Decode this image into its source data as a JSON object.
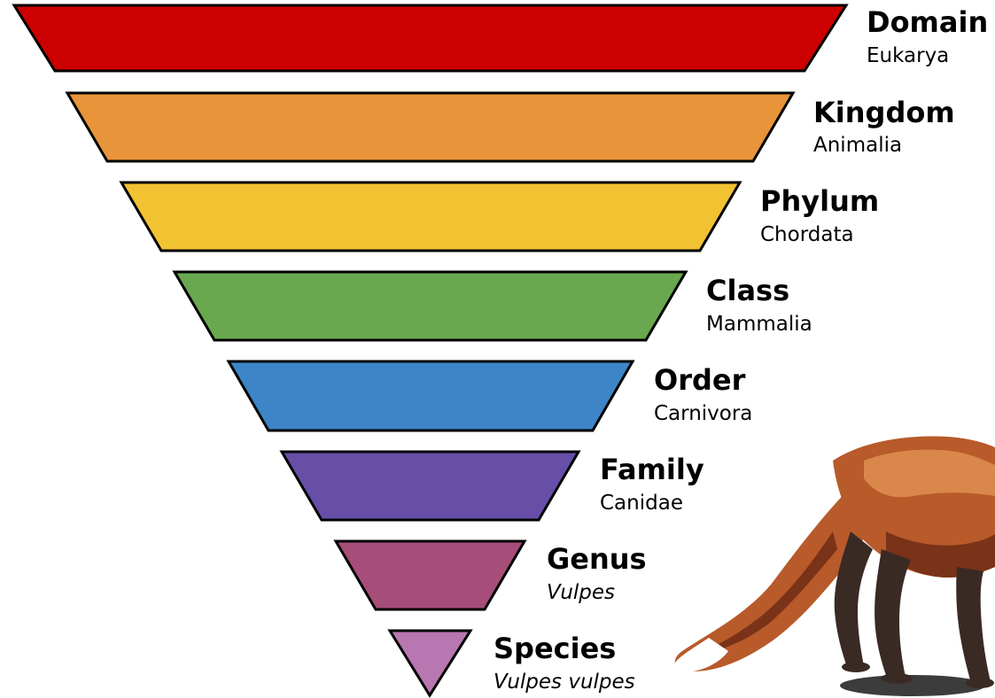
{
  "levels": [
    {
      "rank": "Domain",
      "taxon": "Eukarya",
      "italic": false,
      "color": "#cc0000"
    },
    {
      "rank": "Kingdom",
      "taxon": "Animalia",
      "italic": false,
      "color": "#e8943a"
    },
    {
      "rank": "Phylum",
      "taxon": "Chordata",
      "italic": false,
      "color": "#f1c232"
    },
    {
      "rank": "Class",
      "taxon": "Mammalia",
      "italic": false,
      "color": "#6aa84f"
    },
    {
      "rank": "Order",
      "taxon": "Carnivora",
      "italic": false,
      "color": "#3d85c6"
    },
    {
      "rank": "Family",
      "taxon": "Canidae",
      "italic": false,
      "color": "#674ea7"
    },
    {
      "rank": "Genus",
      "taxon": "Vulpes",
      "italic": true,
      "color": "#a64d79"
    },
    {
      "rank": "Species",
      "taxon": "Vulpes vulpes",
      "italic": true,
      "color": "#b877b0"
    }
  ],
  "illustration": {
    "subject": "red-fox",
    "colors": {
      "fur": "#b85a2a",
      "fur_light": "#d9874a",
      "fur_dark": "#7a3218",
      "legs": "#3a2a24",
      "tail_tip": "#ffffff",
      "shadow": "#1a1a1a"
    }
  }
}
